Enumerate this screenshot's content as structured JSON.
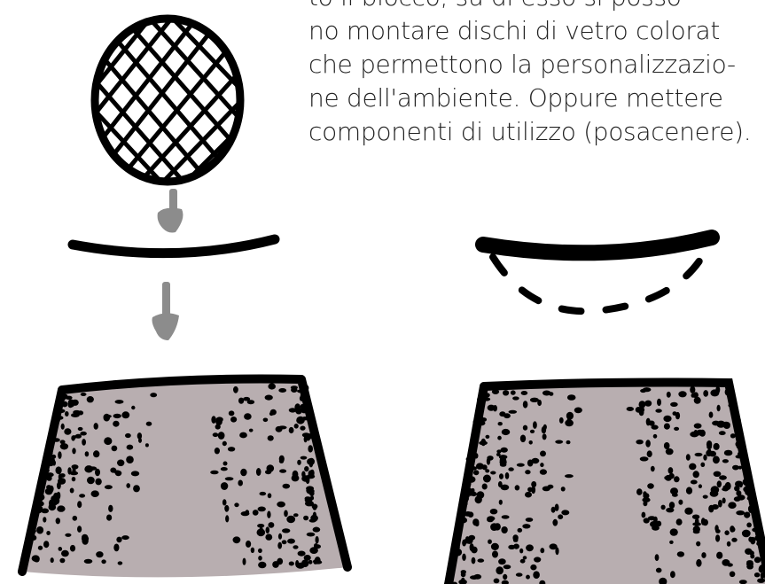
{
  "text": {
    "lines": [
      "to il blocco, su di esso si posso-",
      "no montare dischi di vetro colorat",
      "che permettono la personalizzazio-",
      "ne dell'ambiente. Oppure mettere",
      "componenti di utilizzo (posacenere)."
    ]
  },
  "colors": {
    "ink": "#000000",
    "arrow": "#8c8c8c",
    "body_fill": "#b8aeb0",
    "background": "#ffffff"
  },
  "icons": [
    "crosshatched-disc",
    "down-arrow",
    "curved-lid",
    "dashed-arc",
    "speckled-vessel"
  ]
}
